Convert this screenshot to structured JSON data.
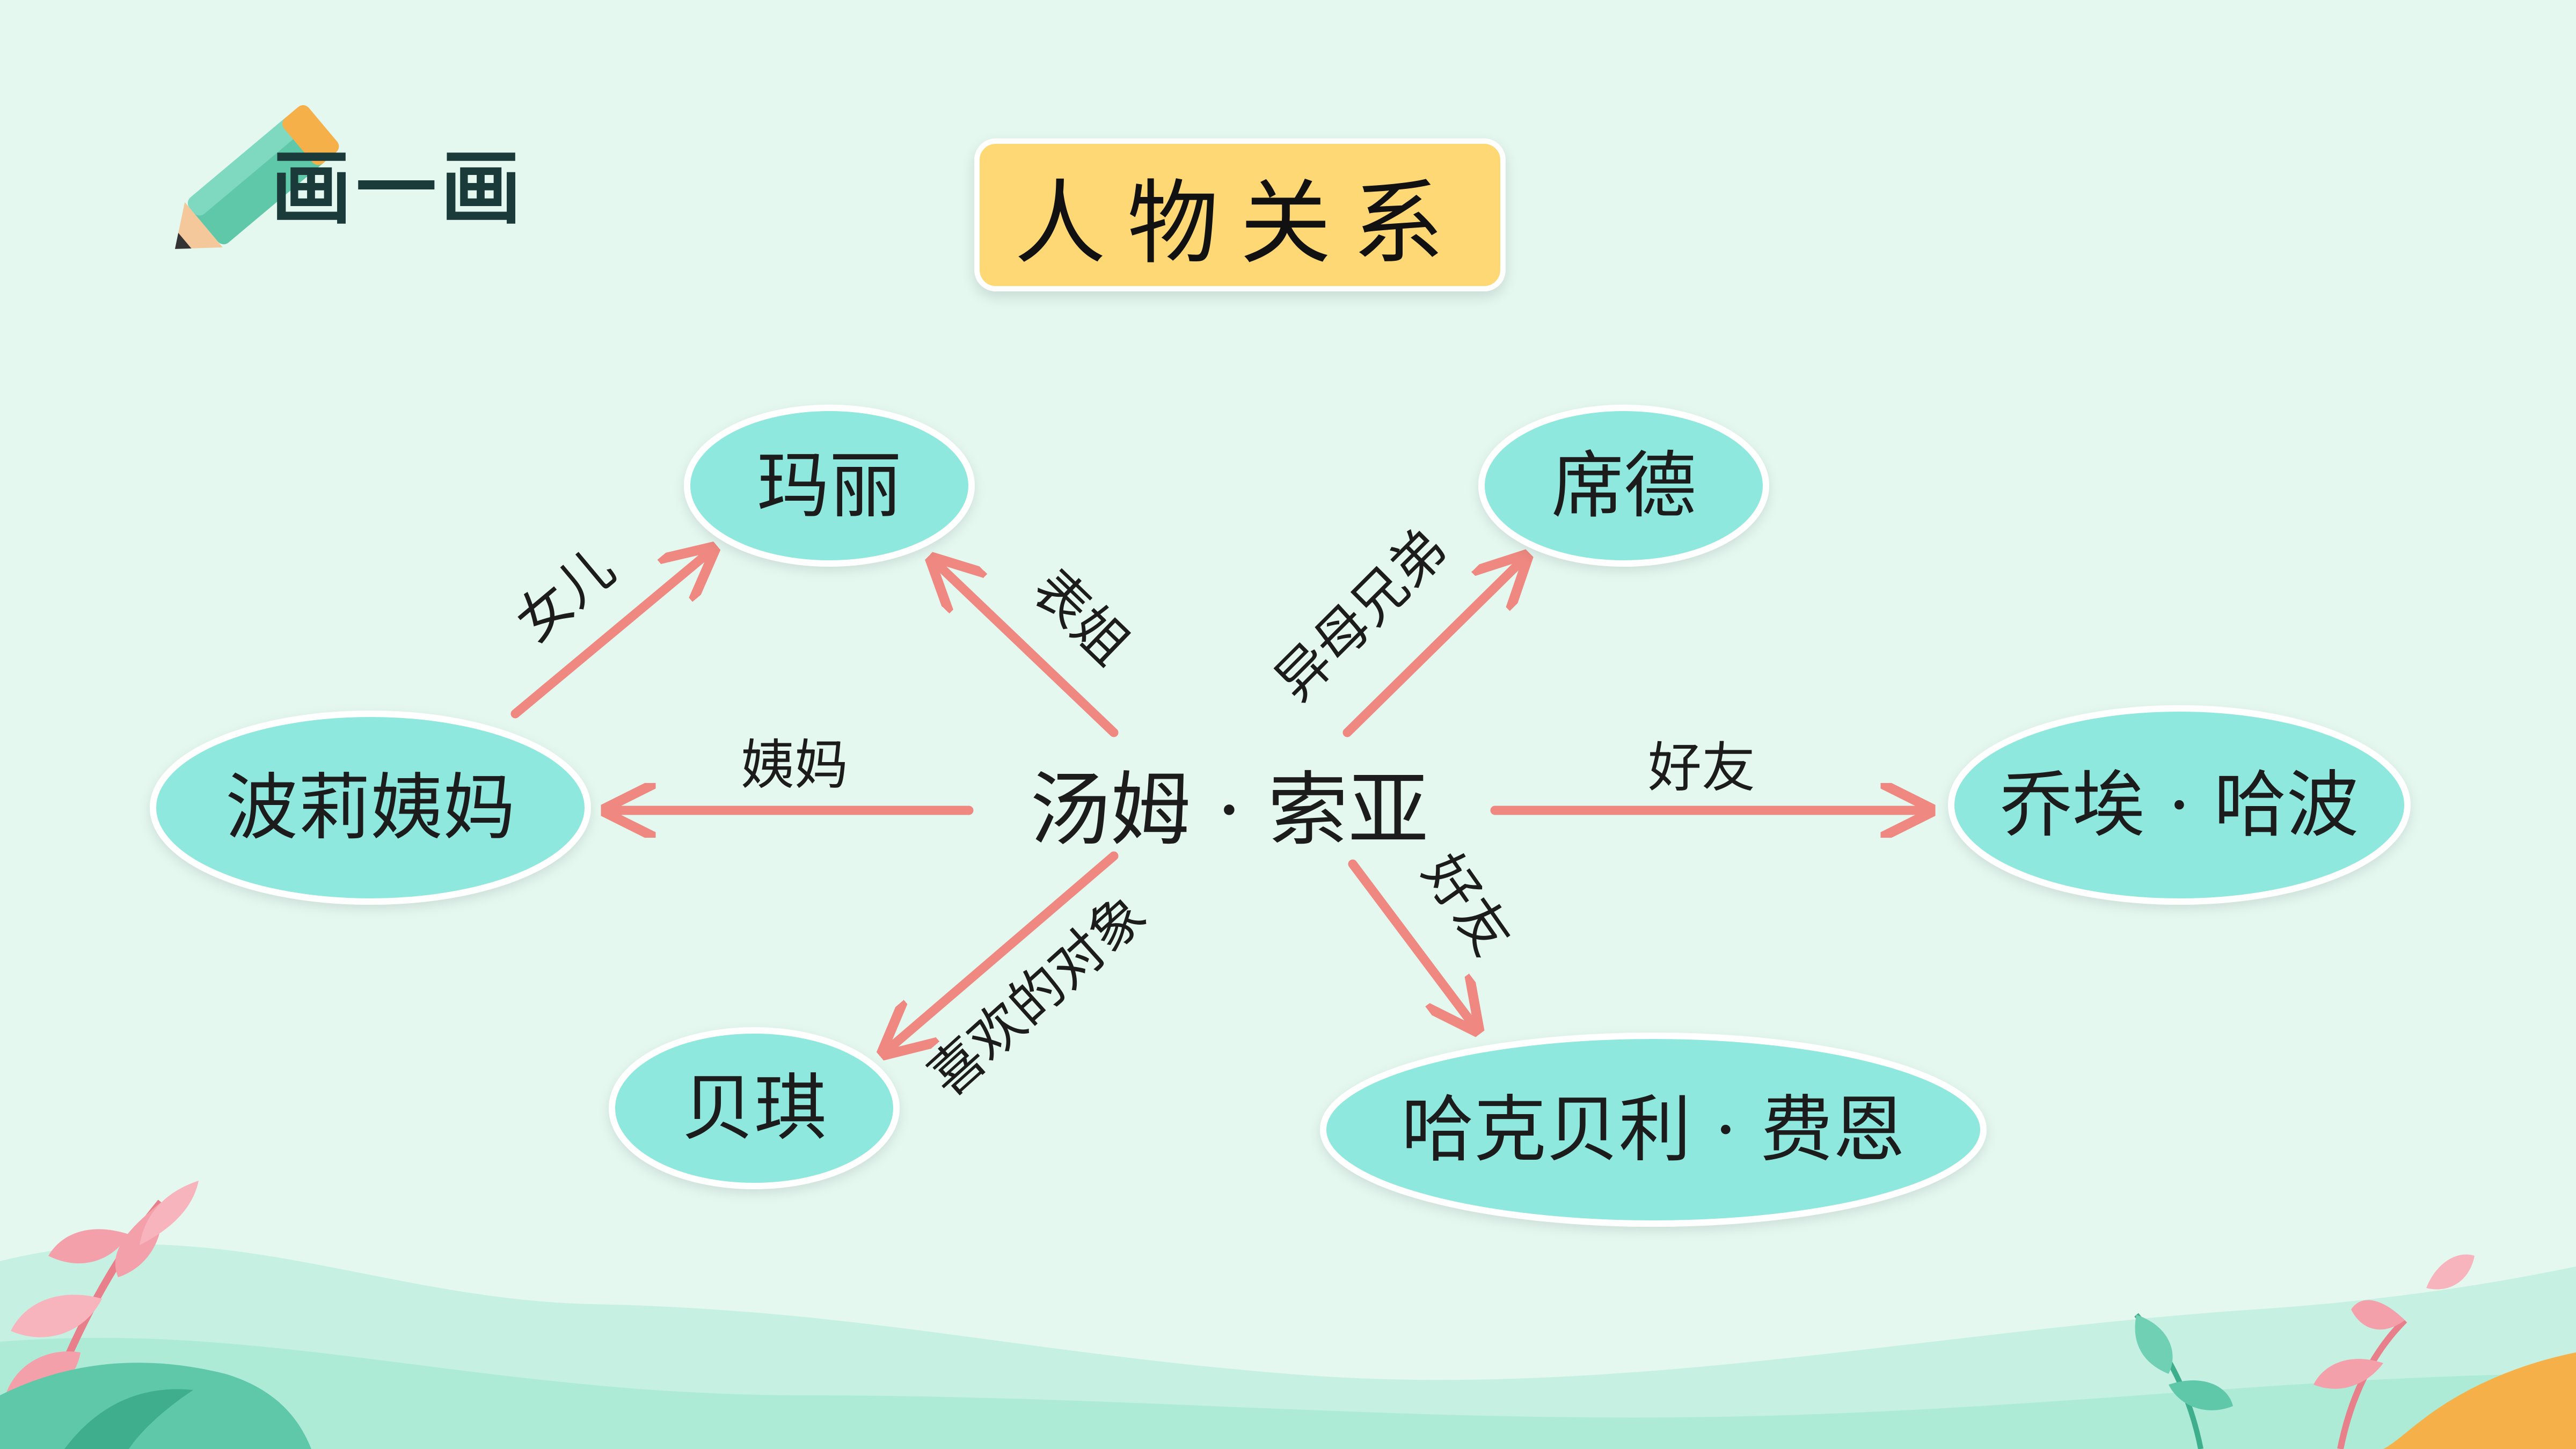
{
  "header": {
    "label": "画一画"
  },
  "diagram": {
    "title": "人物关系",
    "center": "汤姆 · 索亚",
    "nodes": {
      "mali": "玛丽",
      "polly": "波莉姨妈",
      "beiqi": "贝琪",
      "xide": "席德",
      "joe": "乔埃 · 哈波",
      "huck": "哈克贝利 · 费恩"
    },
    "relations": {
      "polly_mali": "女儿",
      "tom_mali": "表姐",
      "tom_polly": "姨妈",
      "tom_beiqi": "喜欢的对象",
      "tom_xide": "异母兄弟",
      "tom_joe": "好友",
      "tom_huck": "好友"
    }
  },
  "colors": {
    "background": "#e4f8f0",
    "node_fill": "#8ee8dd",
    "arrow": "#ee8880",
    "title_box": "#fdd874"
  }
}
